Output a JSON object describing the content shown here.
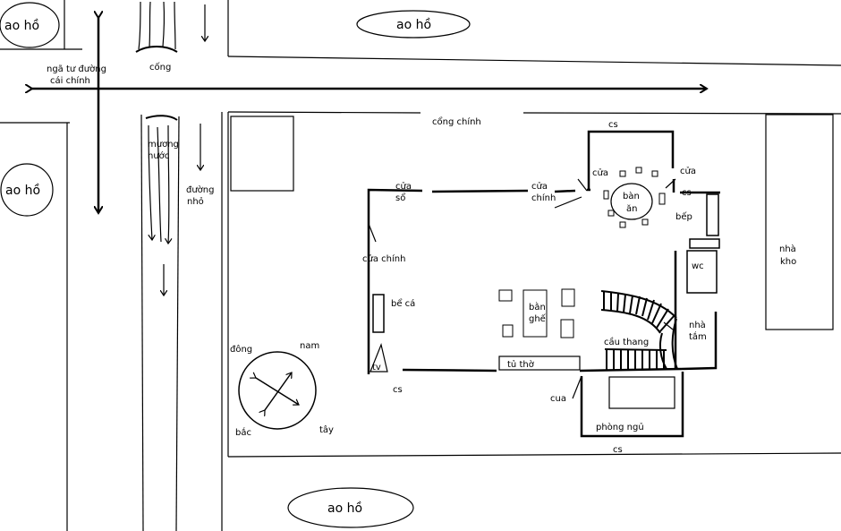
{
  "colors": {
    "ink": "#000000",
    "paper": "#ffffff"
  },
  "labels": {
    "pond_topleft": "ao hồ",
    "pond_top": "ao hồ",
    "pond_left": "ao hồ",
    "pond_bottom": "ao hồ",
    "intersection_line1": "ngã tư đường",
    "intersection_line2": "cái chính",
    "culvert": "cống",
    "ditch_line1": "mương",
    "ditch_line2": "nước",
    "small_road_line1": "đường",
    "small_road_line2": "nhỏ",
    "main_gate": "cổng chính",
    "window_line1": "cửa",
    "window_line2": "sổ",
    "main_door_mid_line1": "cửa",
    "main_door_mid_line2": "chính",
    "door_dining_left": "cửa",
    "door_dining_right": "cửa",
    "cs_top": "cs",
    "cs_right": "cs",
    "cs_left": "cs",
    "cs_bottom": "cs",
    "dining_table_line1": "bàn",
    "dining_table_line2": "ăn",
    "kitchen": "bếp",
    "wc": "wc",
    "warehouse_line1": "nhà",
    "warehouse_line2": "kho",
    "main_door_left": "cửa chính",
    "aquarium": "bể cá",
    "tables_chairs_line1": "bằn",
    "tables_chairs_line2": "ghế",
    "bathroom_line1": "nhà",
    "bathroom_line2": "tắm",
    "stairs": "cầu thang",
    "tv": "tv",
    "altar_cabinet": "tủ thờ",
    "door_bedroom": "cua",
    "bedroom": "phòng ngủ",
    "compass_east": "đông",
    "compass_south": "nam",
    "compass_north": "bắc",
    "compass_west": "tây"
  }
}
